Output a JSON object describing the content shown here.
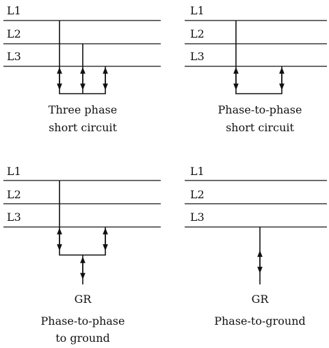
{
  "panels": [
    {
      "lines": [
        "L1",
        "L2",
        "L3"
      ],
      "caption": [
        "Three phase",
        "short circuit"
      ]
    },
    {
      "lines": [
        "L1",
        "L2",
        "L3"
      ],
      "caption": [
        "Phase-to-phase",
        "short circuit"
      ]
    },
    {
      "lines": [
        "L1",
        "L2",
        "L3"
      ],
      "ground": "GR",
      "caption": [
        "Phase-to-phase",
        "to ground"
      ]
    },
    {
      "lines": [
        "L1",
        "L2",
        "L3"
      ],
      "ground": "GR",
      "caption": [
        "Phase-to-ground"
      ]
    }
  ]
}
